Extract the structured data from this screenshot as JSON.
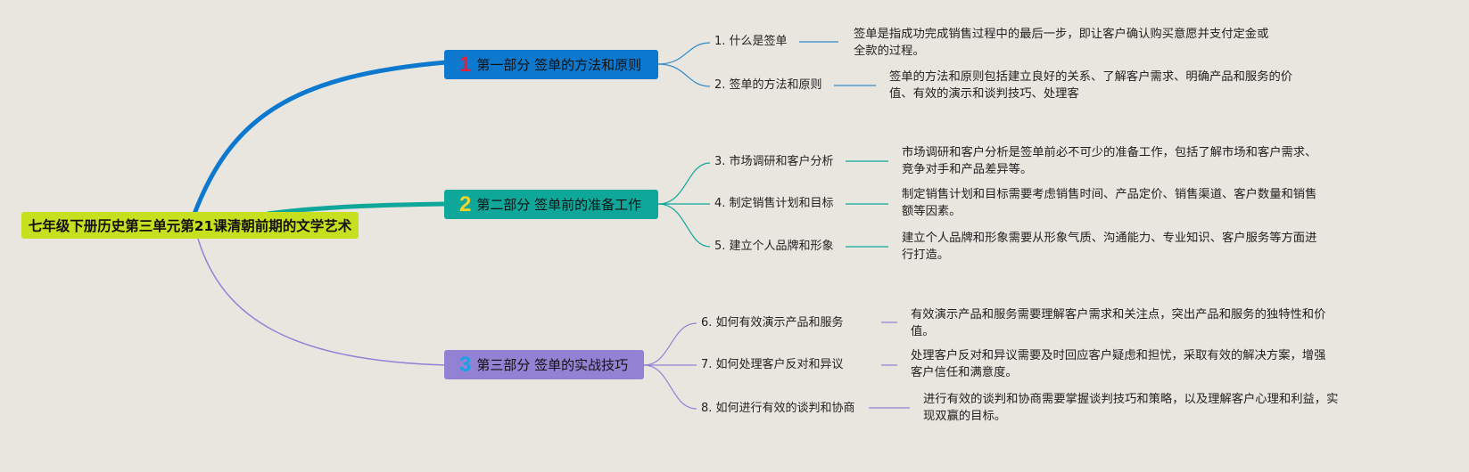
{
  "root": {
    "title": "七年级下册历史第三单元第21课清朝前期的文学艺术"
  },
  "colors": {
    "background": "#e8e6df",
    "root": "#c6df1f",
    "branch1": "#0c79cf",
    "branch2": "#10a79b",
    "branch3": "#9382d4"
  },
  "branches": [
    {
      "number": "1",
      "label": "第一部分 签单的方法和原则",
      "topics": [
        {
          "label": "1. 什么是签单",
          "description": "签单是指成功完成销售过程中的最后一步，即让客户确认购买意愿并支付定金或全款的过程。"
        },
        {
          "label": "2. 签单的方法和原则",
          "description": "签单的方法和原则包括建立良好的关系、了解客户需求、明确产品和服务的价值、有效的演示和谈判技巧、处理客"
        }
      ]
    },
    {
      "number": "2",
      "label": "第二部分 签单前的准备工作",
      "topics": [
        {
          "label": "3. 市场调研和客户分析",
          "description": "市场调研和客户分析是签单前必不可少的准备工作，包括了解市场和客户需求、竞争对手和产品差异等。"
        },
        {
          "label": "4. 制定销售计划和目标",
          "description": "制定销售计划和目标需要考虑销售时间、产品定价、销售渠道、客户数量和销售额等因素。"
        },
        {
          "label": "5. 建立个人品牌和形象",
          "description": "建立个人品牌和形象需要从形象气质、沟通能力、专业知识、客户服务等方面进行打造。"
        }
      ]
    },
    {
      "number": "3",
      "label": "第三部分 签单的实战技巧",
      "topics": [
        {
          "label": "6. 如何有效演示产品和服务",
          "description": "有效演示产品和服务需要理解客户需求和关注点，突出产品和服务的独特性和价值。"
        },
        {
          "label": "7. 如何处理客户反对和异议",
          "description": "处理客户反对和异议需要及时回应客户疑虑和担忧，采取有效的解决方案，增强客户信任和满意度。"
        },
        {
          "label": "8. 如何进行有效的谈判和协商",
          "description": "进行有效的谈判和协商需要掌握谈判技巧和策略，以及理解客户心理和利益，实现双赢的目标。"
        }
      ]
    }
  ]
}
